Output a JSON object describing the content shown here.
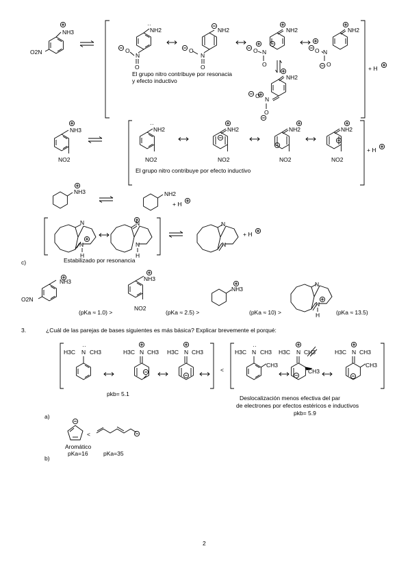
{
  "section_labels": {
    "c": "c)",
    "a": "a)",
    "b": "b)"
  },
  "notes": {
    "nitro_resonance_line1": "El grupo nitro contribuye por resonacia",
    "nitro_resonance_line2": "y efecto inductivo",
    "nitro_inductive": "El grupo nitro contribuye por efecto inductivo",
    "resonance_stabilized": "Estabilizado por resonancia",
    "less_effective_line1": "Deslocalización menos efectiva del par",
    "less_effective_line2": "de electrones por efectos estéricos e inductivos"
  },
  "proton_term": "+ H",
  "groups": {
    "nh3": "NH3",
    "nh2": "NH2",
    "no2": "NO2",
    "o2n": "O2N",
    "n": "N",
    "h": "H",
    "o": "O",
    "ch3": "CH3",
    "h3c": "H3C"
  },
  "pka_order": {
    "items": [
      "(pKa ≈ 1.0) >",
      "(pKa ≈ 2.5) >",
      "(pKa ≈ 10) >",
      "(pKa ≈ 13.5)"
    ]
  },
  "question": {
    "number": "3.",
    "text": "¿Cuál de las parejas de bases siguientes es más básica? Explicar brevemente el porqué:"
  },
  "comparison": {
    "left_pkb": "pkb= 5.1",
    "less_than": "<",
    "right_pkb": "pkb= 5.9"
  },
  "part_a": {
    "aromatic": "Aromático",
    "pka_left": "pKa=16",
    "less_than": "<",
    "pka_right": "pKa=35"
  },
  "page_number": "2"
}
